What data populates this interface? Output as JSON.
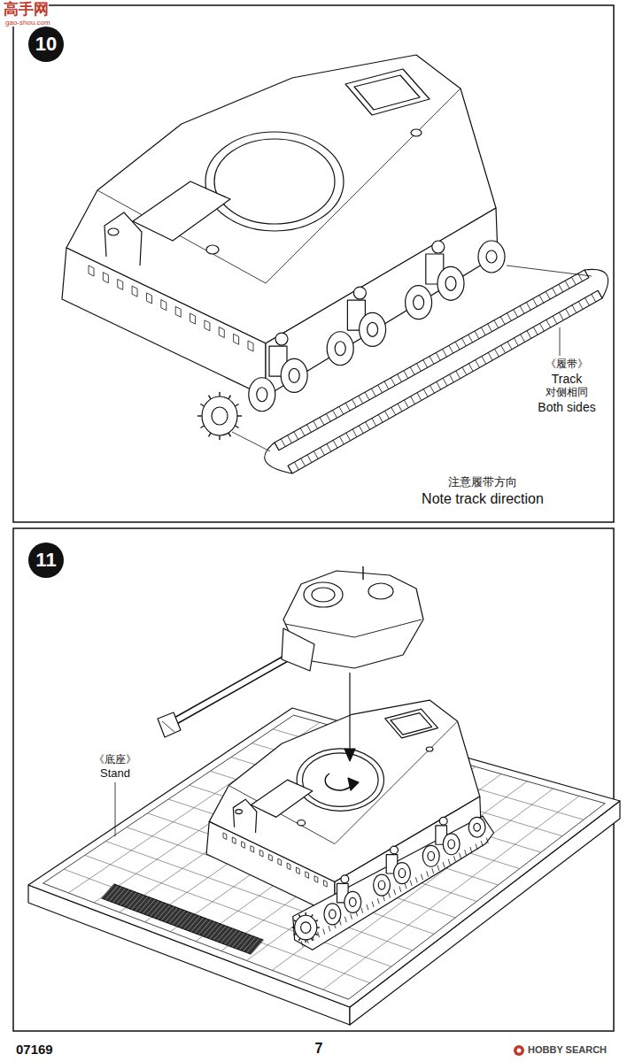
{
  "diagram": {
    "nodes": [
      {
        "text": [
          "10"
        ]
      },
      {
        "text": [
          "11"
        ]
      }
    ],
    "labels": [
      "高手网",
      "gao-shou.com",
      "《履带》",
      "Track",
      "对侧相同",
      "Both sides",
      "注意履带方向",
      "Note track direction",
      "《底座》",
      "Stand",
      "07169",
      "7",
      "HOBBY SEARCH"
    ]
  }
}
